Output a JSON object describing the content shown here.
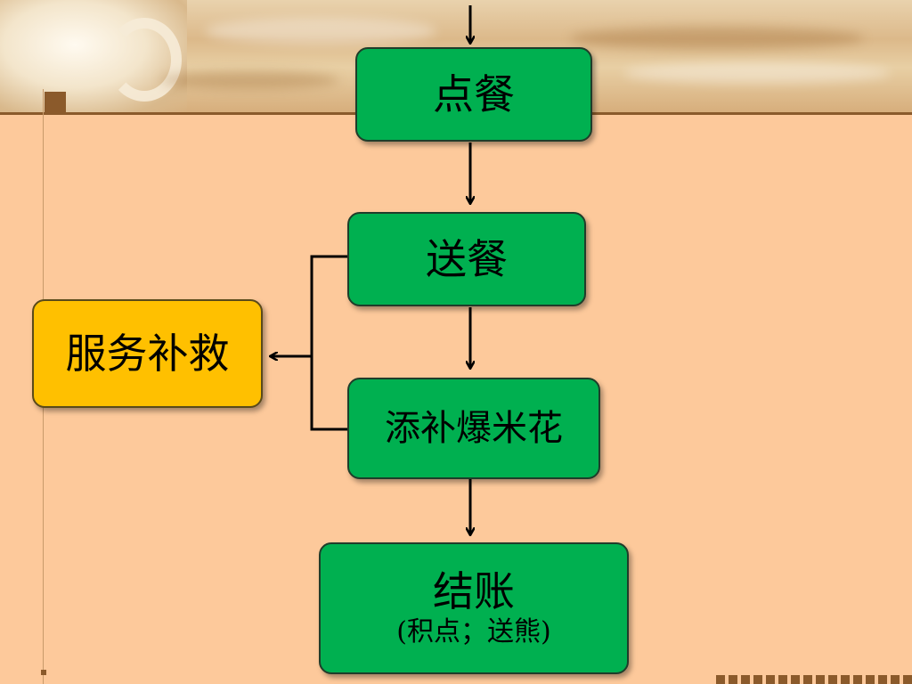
{
  "nodes": {
    "order": {
      "label": "点餐"
    },
    "serve": {
      "label": "送餐"
    },
    "popcorn": {
      "label": "添补爆米花"
    },
    "checkout": {
      "label": "结账",
      "note": "(积点；送熊)"
    },
    "recovery": {
      "label": "服务补救"
    }
  },
  "colors": {
    "step_fill": "#00b050",
    "recovery_fill": "#ffc000",
    "background": "#fdc99b",
    "accent": "#8b5a2b"
  }
}
